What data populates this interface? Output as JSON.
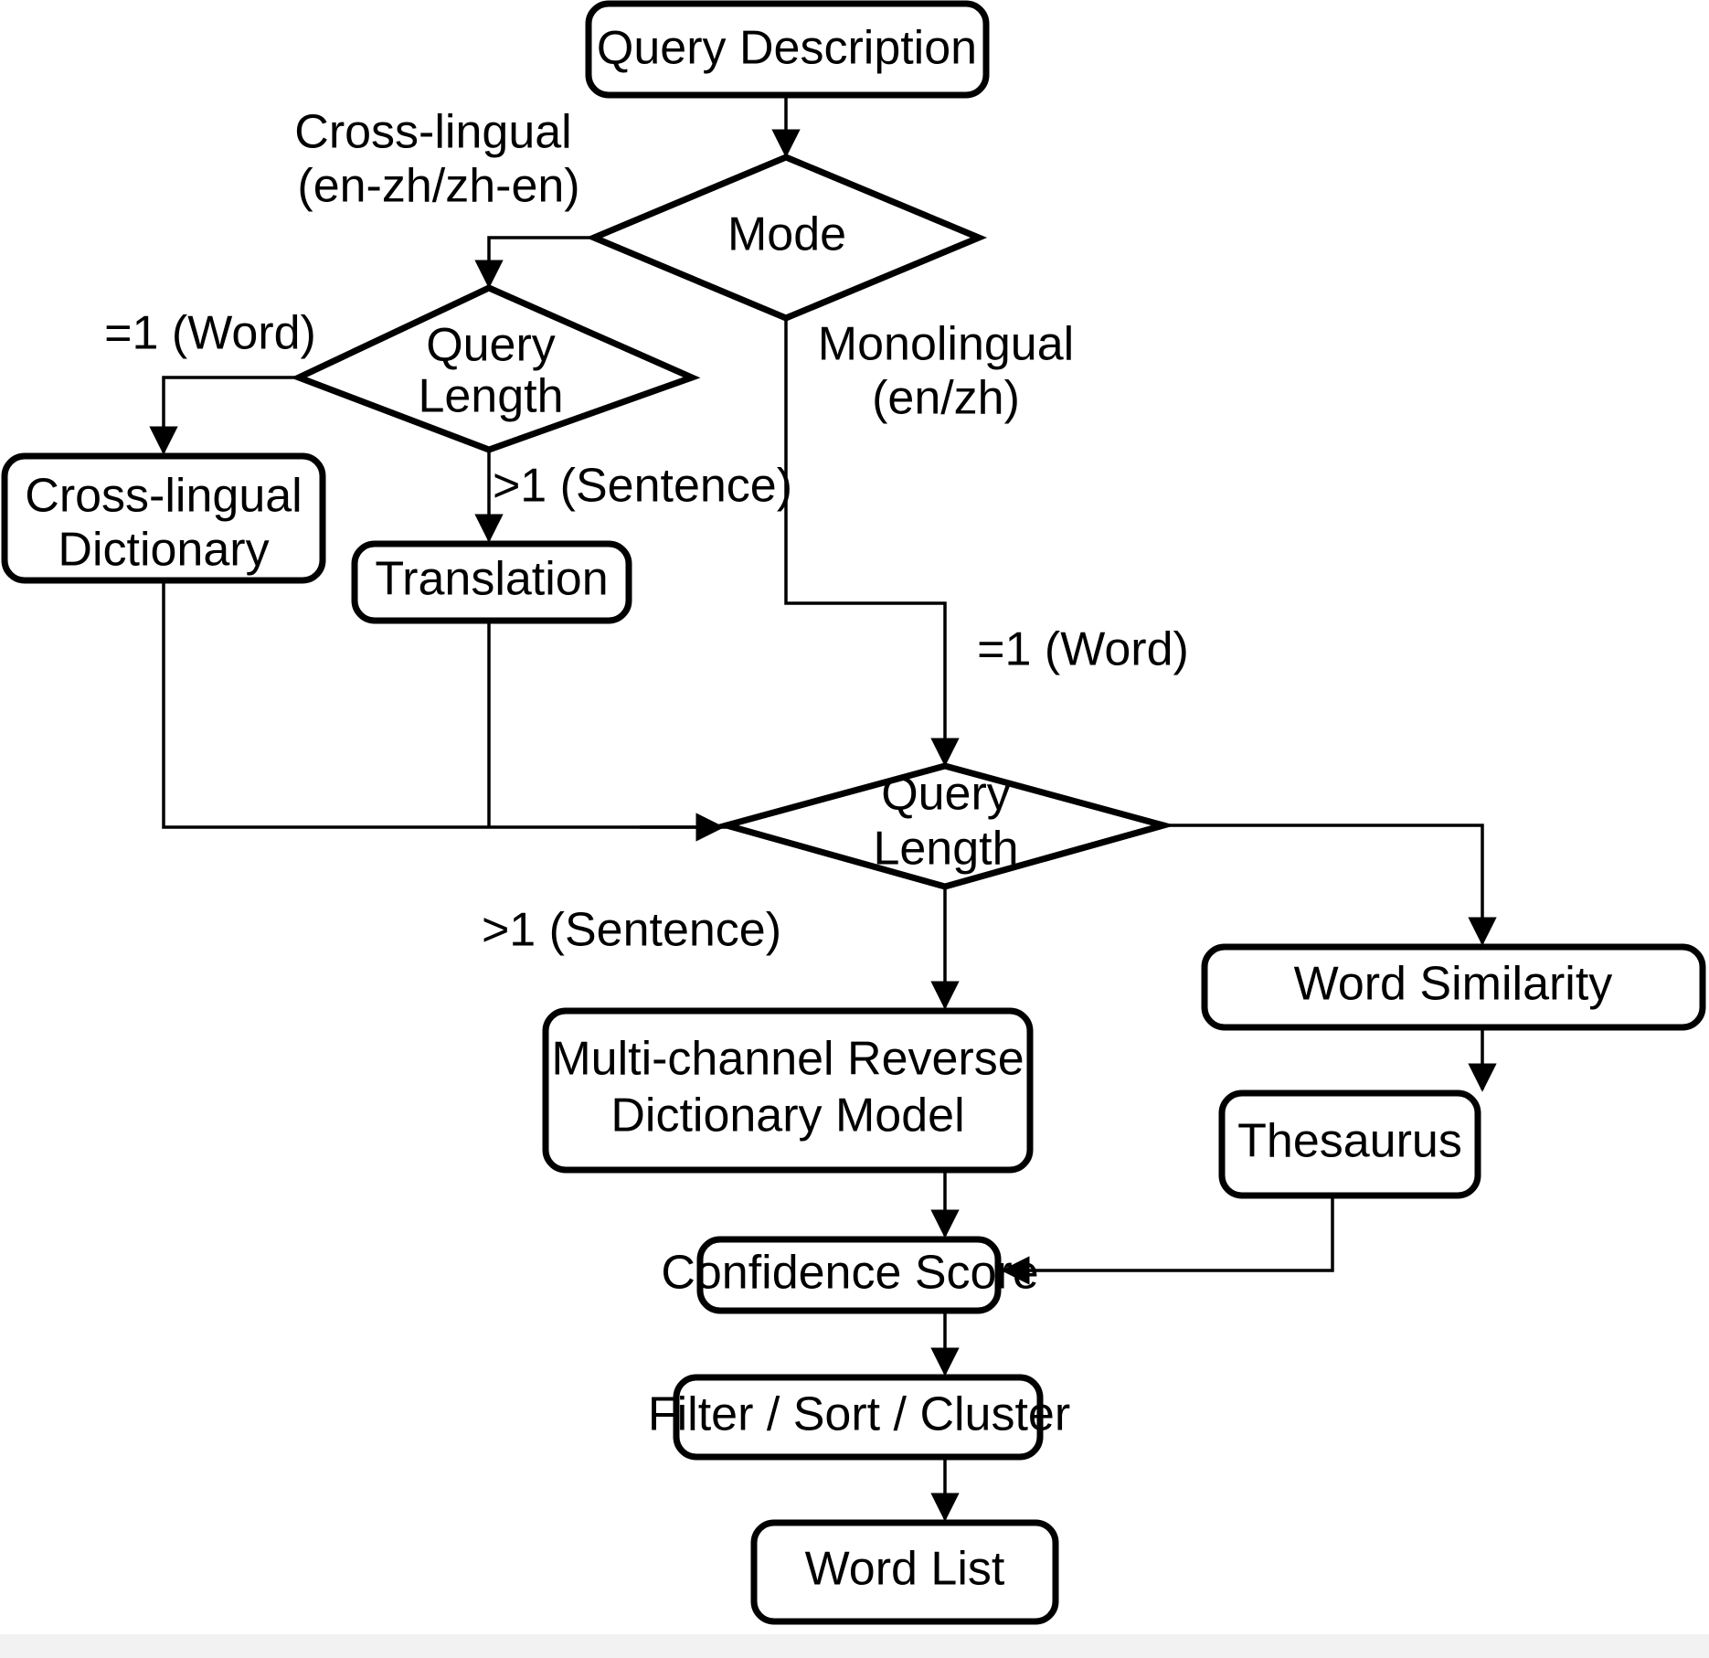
{
  "diagram": {
    "title": "Reverse Dictionary Query Processing Flowchart",
    "background_color": "#ffffff",
    "line_color": "#000000",
    "nodes": {
      "query_description": "Query Description",
      "mode": "Mode",
      "query_length_cross": "Query",
      "query_length_cross_2": "Length",
      "cross_lingual_dictionary_1": "Cross-lingual",
      "cross_lingual_dictionary_2": "Dictionary",
      "translation": "Translation",
      "query_length_mono": "Query",
      "query_length_mono_2": "Length",
      "multi_channel_1": "Multi-channel Reverse",
      "multi_channel_2": "Dictionary Model",
      "word_similarity": "Word Similarity",
      "thesaurus": "Thesaurus",
      "confidence_score": "Confidence Score",
      "filter_sort_cluster": "Filter / Sort / Cluster",
      "word_list": "Word List"
    },
    "edge_labels": {
      "cross_lingual_1": "Cross-lingual",
      "cross_lingual_2": "(en-zh/zh-en)",
      "monolingual_1": "Monolingual",
      "monolingual_2": "(en/zh)",
      "word_left": "=1 (Word)",
      "sentence_left": ">1 (Sentence)",
      "word_right": "=1 (Word)",
      "sentence_bottom": ">1 (Sentence)"
    }
  }
}
